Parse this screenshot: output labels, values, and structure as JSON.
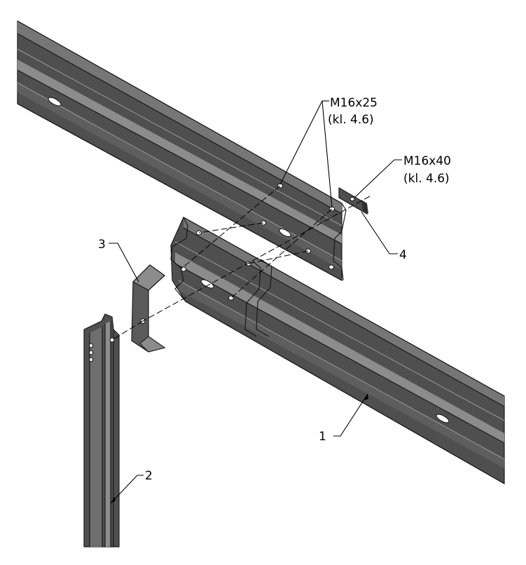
{
  "colors": {
    "metal_dark": "#4f4f4f",
    "metal_mid": "#6e6e6e",
    "metal_light": "#8c8c8c",
    "metal_edge": "#1a1a1a"
  },
  "callouts": {
    "bolt_short": {
      "line1": "M16x25",
      "line2": "(kl. 4.6)"
    },
    "bolt_long": {
      "line1": "M16x40",
      "line2": "(kl. 4.6)"
    },
    "part_1": "1",
    "part_2": "2",
    "part_3": "3",
    "part_4": "4"
  }
}
